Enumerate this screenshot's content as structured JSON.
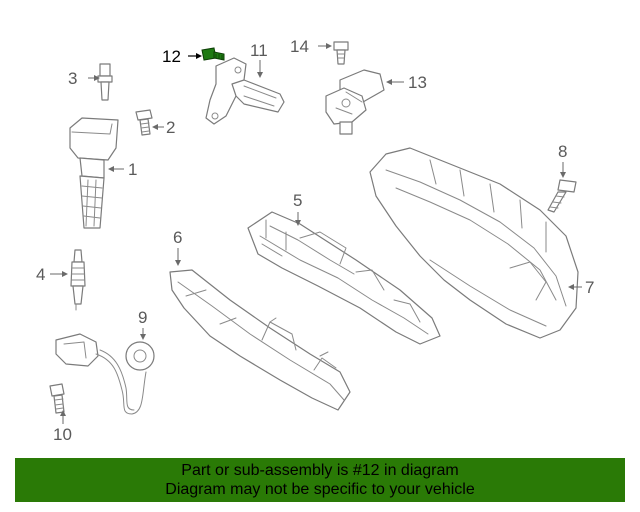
{
  "callouts": {
    "c1": "1",
    "c2": "2",
    "c3": "3",
    "c4": "4",
    "c5": "5",
    "c6": "6",
    "c7": "7",
    "c8": "8",
    "c9": "9",
    "c10": "10",
    "c11": "11",
    "c12": "12",
    "c13": "13",
    "c14": "14"
  },
  "highlight_callout": "12",
  "colors": {
    "banner_background": "#2a7a06",
    "highlight_part": "#1e7a12",
    "part_outline": "#7b7b7b",
    "callout_text": "#5a5a5a"
  },
  "banner": {
    "line1": "Part or sub-assembly is #12 in diagram",
    "line2": "Diagram may not be specific to your vehicle"
  }
}
